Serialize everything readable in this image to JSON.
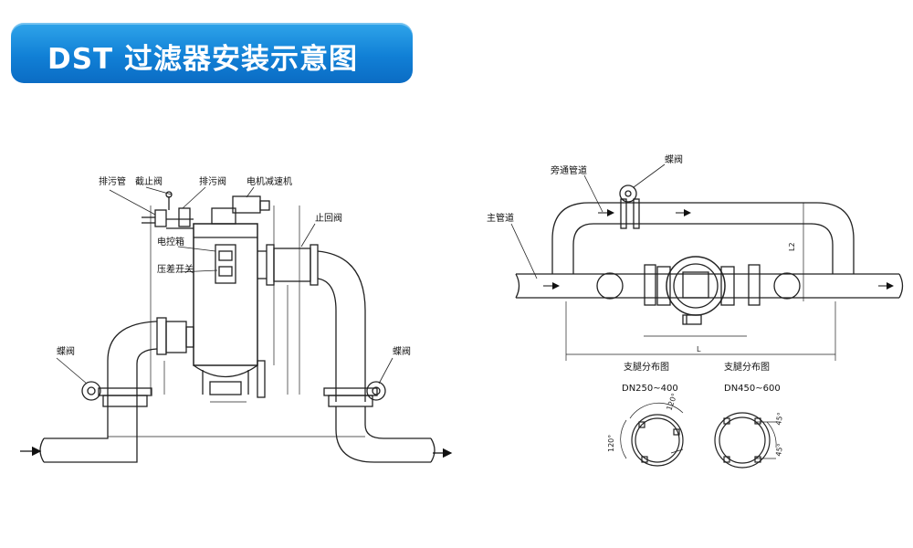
{
  "title": "DST 过滤器安装示意图",
  "left_view": {
    "labels": {
      "drain_pipe": "排污管",
      "stop_valve": "截止阀",
      "drain_valve": "排污阀",
      "motor_reducer": "电机减速机",
      "control_box": "电控箱",
      "diff_pressure_switch": "压差开关",
      "check_valve": "止回阀",
      "butterfly_valve_left": "蝶阀",
      "butterfly_valve_right": "蝶阀"
    }
  },
  "right_view": {
    "labels": {
      "bypass_pipe": "旁通管道",
      "butterfly_valve": "蝶阀",
      "main_pipe": "主管道",
      "dim_l": "L",
      "dim_l2": "L2"
    }
  },
  "support_legs": {
    "small": {
      "title": "支腿分布图",
      "range": "DN250~400",
      "angle_top": "120°",
      "angle_left": "120°"
    },
    "large": {
      "title": "支腿分布图",
      "range": "DN450~600",
      "angle_a": "45°",
      "angle_b": "45°"
    }
  },
  "colors": {
    "banner_top": "#2fa5ea",
    "banner_bottom": "#0b6cc4",
    "line": "#222222"
  }
}
